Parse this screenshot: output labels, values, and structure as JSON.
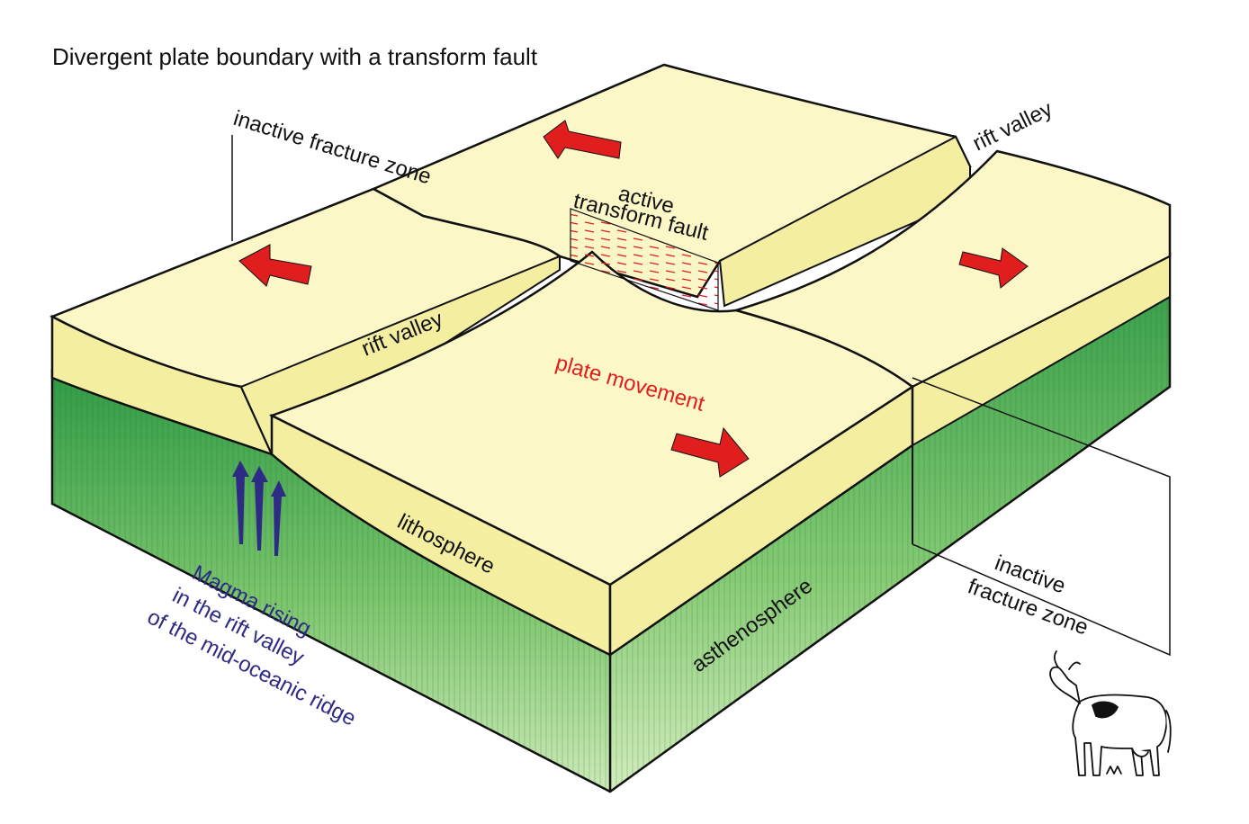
{
  "title": "Divergent plate boundary with a transform fault",
  "labels": {
    "inactive_fracture_zone_top": "inactive fracture zone",
    "rift_valley_top": "rift valley",
    "active_transform_fault_line1": "active",
    "active_transform_fault_line2": "transform fault",
    "rift_valley_left": "rift valley",
    "plate_movement": "plate movement",
    "lithosphere": "lithosphere",
    "asthenosphere": "asthenosphere",
    "inactive_fracture_zone_bottom_line1": "inactive",
    "inactive_fracture_zone_bottom_line2": "fracture zone",
    "magma_line1": "Magma rising",
    "magma_line2": "in the rift valley",
    "magma_line3": "of the mid-oceanic ridge"
  },
  "colors": {
    "plate_top": "#fbf7c6",
    "plate_side": "#f4eea1",
    "asthenosphere_top": "#2f9a45",
    "asthenosphere_bottom": "#c9e9b4",
    "arrow_red": "#e01e1e",
    "magma_blue": "#2e2b84",
    "label_red": "#e01e1e",
    "outline": "#111111"
  },
  "icons": {
    "plate_movement_arrows": "red-block-arrow",
    "magma_arrows": "blue-up-arrow",
    "mascot": "cow-icon"
  }
}
